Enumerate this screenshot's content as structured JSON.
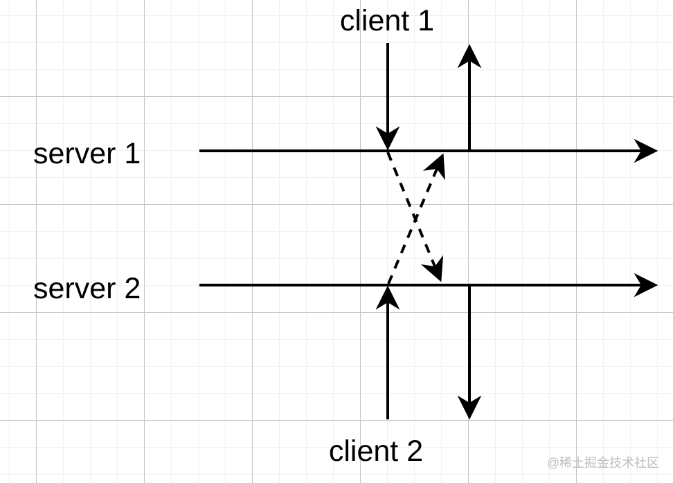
{
  "diagram": {
    "labels": {
      "client1": "client 1",
      "client2": "client 2",
      "server1": "server 1",
      "server2": "server 2"
    },
    "watermark": "@稀土掘金技术社区",
    "colors": {
      "line": "#000000",
      "label_text": "#000000",
      "watermark_text": "#bdbdbd",
      "grid_minor": "#f1f1f1",
      "grid_major": "#c6c6c6",
      "background": "#ffffff"
    },
    "edges": [
      {
        "id": "client1-to-server1",
        "from": "client 1",
        "to": "server 1",
        "style": "solid",
        "direction": "down"
      },
      {
        "id": "server1-to-client1",
        "from": "server 1",
        "to": "client 1",
        "style": "solid",
        "direction": "up"
      },
      {
        "id": "server1-timeline",
        "from": "server 1",
        "to": "",
        "style": "solid",
        "direction": "right"
      },
      {
        "id": "server1-to-server2",
        "from": "server 1",
        "to": "server 2",
        "style": "dashed",
        "direction": "down-right"
      },
      {
        "id": "server2-to-server1",
        "from": "server 2",
        "to": "server 1",
        "style": "dashed",
        "direction": "up-right"
      },
      {
        "id": "server2-timeline",
        "from": "server 2",
        "to": "",
        "style": "solid",
        "direction": "right"
      },
      {
        "id": "client2-to-server2",
        "from": "client 2",
        "to": "server 2",
        "style": "solid",
        "direction": "up"
      },
      {
        "id": "server2-to-client2",
        "from": "server 2",
        "to": "client 2",
        "style": "solid",
        "direction": "down"
      }
    ]
  }
}
